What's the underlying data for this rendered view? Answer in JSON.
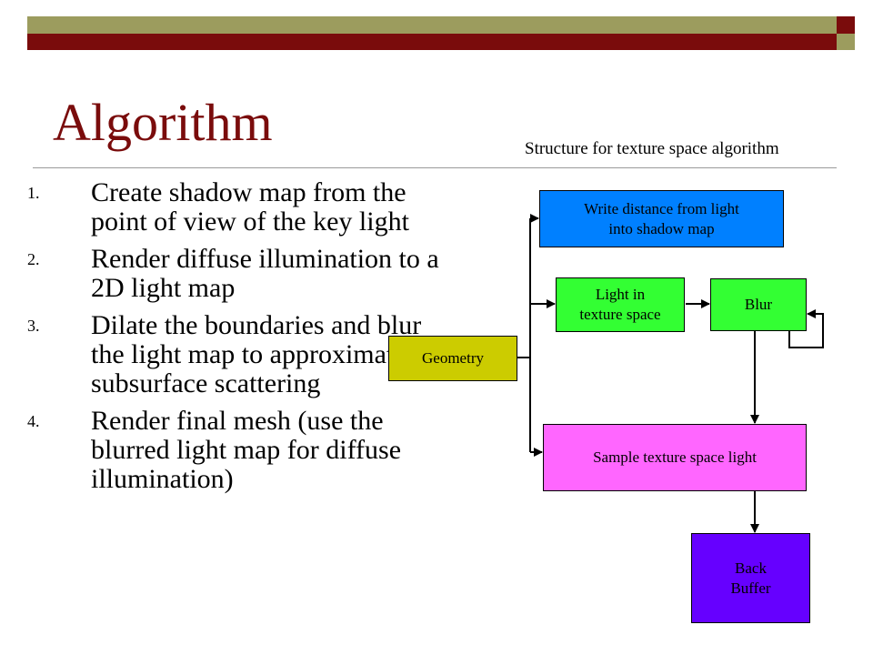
{
  "slide": {
    "title": "Algorithm",
    "subtitle": "Structure for texture space algorithm"
  },
  "steps": [
    {
      "number": "1.",
      "text": "Create shadow map from the point of view of the key light"
    },
    {
      "number": "2.",
      "text": "Render diffuse illumination to a 2D light map"
    },
    {
      "number": "3.",
      "text": "Dilate the boundaries and blur the light map to approximate subsurface scattering"
    },
    {
      "number": "4.",
      "text": "Render final mesh (use the blurred light map for diffuse illumination)"
    }
  ],
  "diagram": {
    "nodes": {
      "geometry": {
        "label": "Geometry",
        "color": "#cccc00"
      },
      "write_distance": {
        "label": "Write distance from light\ninto shadow map",
        "color": "#0080ff"
      },
      "light_texture": {
        "label": "Light in\ntexture space",
        "color": "#33ff33"
      },
      "blur": {
        "label": "Blur",
        "color": "#33ff33"
      },
      "sample": {
        "label": "Sample texture space light",
        "color": "#ff66ff"
      },
      "back_buffer": {
        "label": "Back\nBuffer",
        "color": "#6600ff"
      }
    }
  }
}
